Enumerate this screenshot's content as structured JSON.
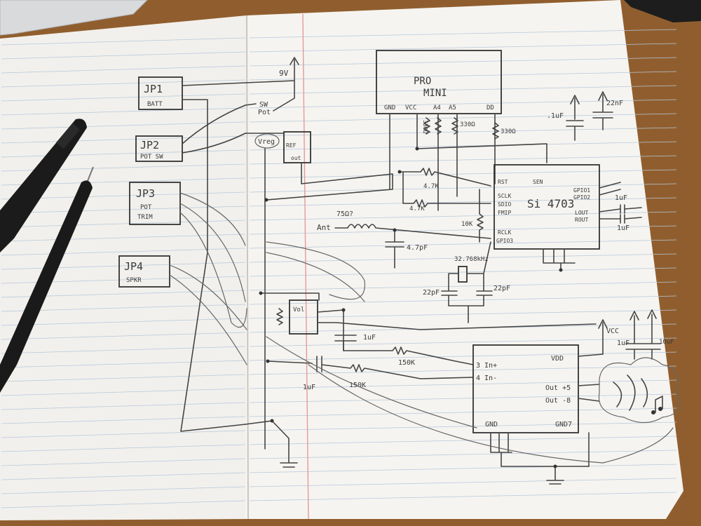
{
  "colors": {
    "table": "#8a5a2b",
    "paper": "#f4f2ee",
    "rule": "#a9c0d8",
    "margin": "#e08a8a",
    "pencil": "#3a3a3a"
  },
  "left_page": {
    "jp1": {
      "name": "JP1",
      "sub": "BATT"
    },
    "jp2": {
      "name": "JP2",
      "sub": "POT SW"
    },
    "jp3": {
      "name": "JP3",
      "sub1": "POT",
      "sub2": "TRIM"
    },
    "jp4": {
      "name": "JP4",
      "sub": "SPKR"
    }
  },
  "pro_mini": {
    "line1": "PRO",
    "line2": "MINI",
    "pins": {
      "gnd": "GND",
      "vcc": "VCC",
      "a4": "A4",
      "a5": "A5",
      "d": "DD"
    }
  },
  "supply": {
    "v9": "9V",
    "sw_pot": "SW",
    "pot": "Pot",
    "reg": "Vreg",
    "reg_pins": "REF",
    "reg_out": "out"
  },
  "resistors": {
    "r330a": "330Ω",
    "r330b": "330Ω",
    "r330c": "330Ω",
    "r47a": "4.7K",
    "r47b": "4.7K",
    "r10k": "10K",
    "r150a": "150K",
    "r150b": "150K",
    "r75": "75Ω?"
  },
  "caps": {
    "c1": ".1uF",
    "c2": "22nF",
    "c3": "1uF",
    "c4": "1uF",
    "c5": "4.7pF",
    "c6": "22pF",
    "c7": "22pF",
    "c8": "1uF",
    "c9": "1uF",
    "c10": "1uF",
    "c11": "10uF"
  },
  "radio": {
    "chip": "Si 4703",
    "rst": "RST",
    "sclk": "SCLK",
    "sdio": "SDIO",
    "fmip": "FMIP",
    "rclk": "RCLK",
    "gpio3": "GPIO3",
    "gpio1": "GPIO1",
    "gpio2": "GPIO2",
    "lout": "LOUT",
    "rout": "ROUT",
    "sen": "SEN",
    "crystal": "32.768kHz",
    "ant": "Ant"
  },
  "amp": {
    "in_p": "3 In+",
    "in_n": "4 In-",
    "vdd": "VDD",
    "out_p": "Out +5",
    "out_n": "Out -8",
    "gnd": "GND",
    "gnd2": "GND7",
    "vcc": "VCC"
  },
  "vol": {
    "label": "Vol"
  }
}
